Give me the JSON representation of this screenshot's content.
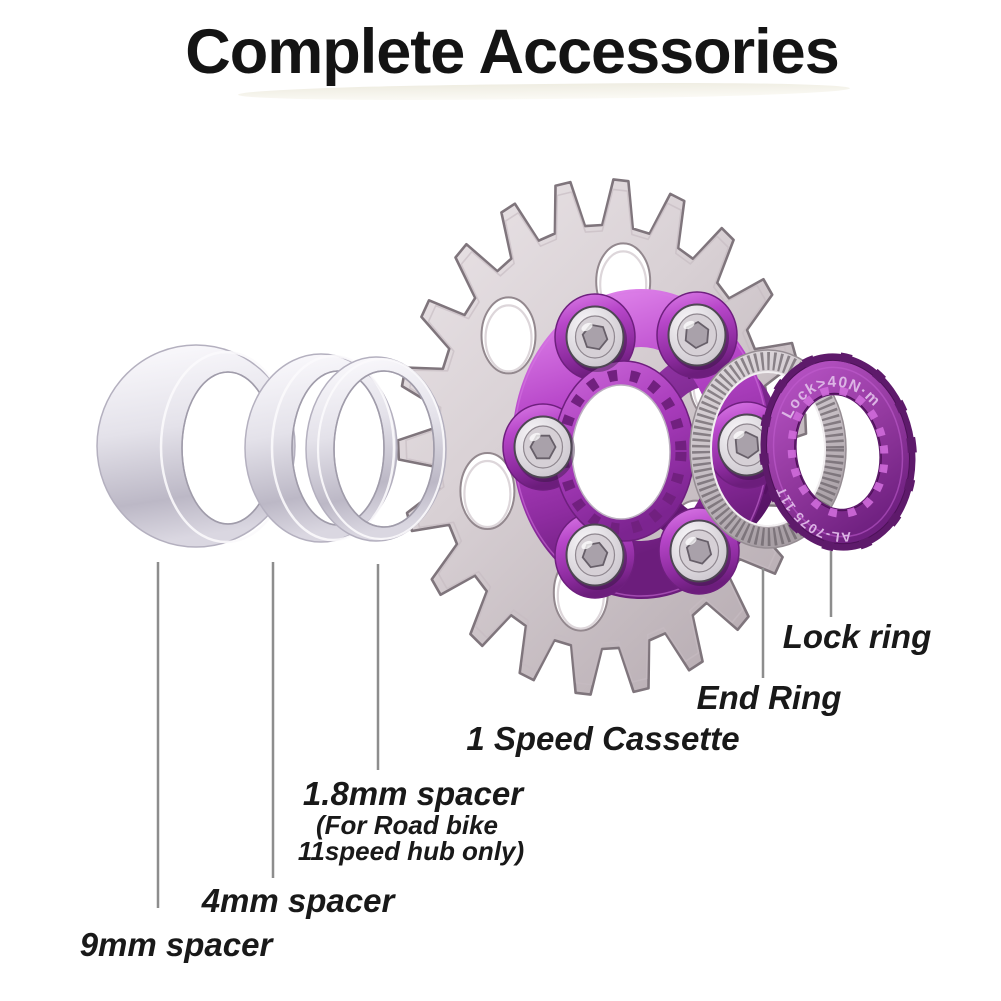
{
  "title": "Complete Accessories",
  "labels": {
    "lock_ring": "Lock ring",
    "end_ring": "End Ring",
    "cassette": "1 Speed Cassette",
    "spacer_1_8": "1.8mm spacer",
    "spacer_1_8_note1": "(For Road bike",
    "spacer_1_8_note2": "11speed hub only)",
    "spacer_4": "4mm spacer",
    "spacer_9": "9mm spacer"
  },
  "engravings": {
    "lock_ring_top": "Lock>40N·m",
    "lock_ring_bottom": "AL-7075 11T"
  },
  "colors": {
    "background": "#ffffff",
    "title_text": "#141414",
    "label_text": "#191919",
    "leader_line": "#8d8d8d",
    "sprocket_silver": "#d7cfd3",
    "carrier_purple": "#a83bbb",
    "lock_ring_purple": "#8d3599",
    "end_ring_silver": "#c9c2c7",
    "spacer_silver": "#e6e4ec"
  }
}
